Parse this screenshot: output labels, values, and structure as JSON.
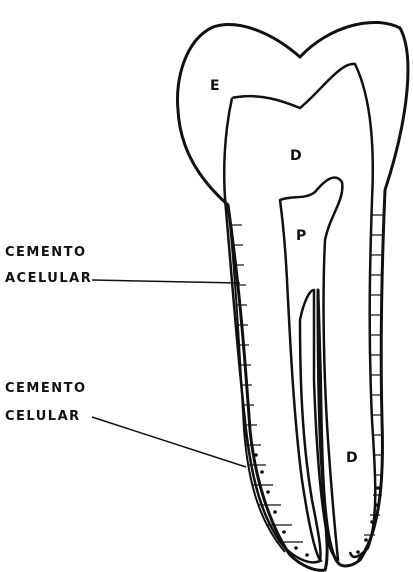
{
  "labels": {
    "cemento_acelular_line1": "CEMENTO",
    "cemento_acelular_line2": "ACELULAR",
    "cemento_celular_line1": "CEMENTO",
    "cemento_celular_line2": "CELULAR"
  },
  "regions": {
    "enamel": "E",
    "dentin_crown": "D",
    "pulp": "P",
    "dentin_root": "D"
  },
  "colors": {
    "ink": "#111111",
    "background": "#ffffff"
  }
}
